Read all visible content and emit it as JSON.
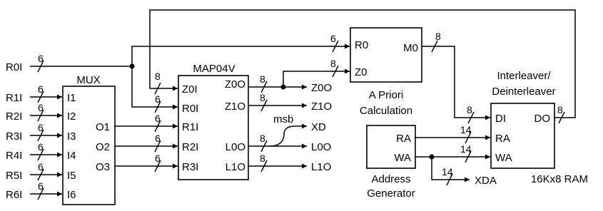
{
  "inputs": {
    "r0": "R0I",
    "r1": "R1I",
    "r2": "R2I",
    "r3": "R3I",
    "r4": "R4I",
    "r5": "R5I",
    "r6": "R6I"
  },
  "mux": {
    "title": "MUX",
    "i1": "I1",
    "i2": "I2",
    "i3": "I3",
    "i4": "I4",
    "i5": "I5",
    "i6": "I6",
    "o1": "O1",
    "o2": "O2",
    "o3": "O3"
  },
  "map": {
    "title": "MAP04V",
    "z0i": "Z0I",
    "r0i": "R0I",
    "r1i": "R1I",
    "r2i": "R2I",
    "r3i": "R3I",
    "z0o": "Z0O",
    "z1o": "Z1O",
    "l0o": "L0O",
    "l1o": "L1O"
  },
  "outputs": {
    "z0o": "Z0O",
    "z1o": "Z1O",
    "xd": "XD",
    "l0o": "L0O",
    "l1o": "L1O",
    "xda": "XDA",
    "msb": "msb"
  },
  "apriori": {
    "r0": "R0",
    "z0": "Z0",
    "m0": "M0",
    "caption_line1": "A Priori",
    "caption_line2": "Calculation"
  },
  "interleaver": {
    "title_line1": "Interleaver/",
    "title_line2": "Deinterleaver",
    "di": "DI",
    "do": "DO",
    "ra": "RA",
    "wa": "WA",
    "caption": "16Kx8 RAM"
  },
  "address_gen": {
    "ra": "RA",
    "wa": "WA",
    "caption_line1": "Address",
    "caption_line2": "Generator"
  },
  "bus_widths": {
    "r0_in": "6",
    "r1_in": "6",
    "r2_in": "6",
    "r3_in": "6",
    "r4_in": "6",
    "r5_in": "6",
    "r6_in": "6",
    "map_z0i": "8",
    "map_r0i": "6",
    "map_r1i": "6",
    "map_r2i": "6",
    "map_r3i": "6",
    "z0o": "8",
    "z1o": "8",
    "l0o": "8",
    "l1o": "8",
    "apriori_r0": "6",
    "apriori_z0": "8",
    "m0": "8",
    "di": "8",
    "do": "8",
    "ra": "14",
    "wa": "14",
    "xda": "14"
  },
  "colors": {
    "line": "#000000",
    "background": "#ffffff"
  }
}
